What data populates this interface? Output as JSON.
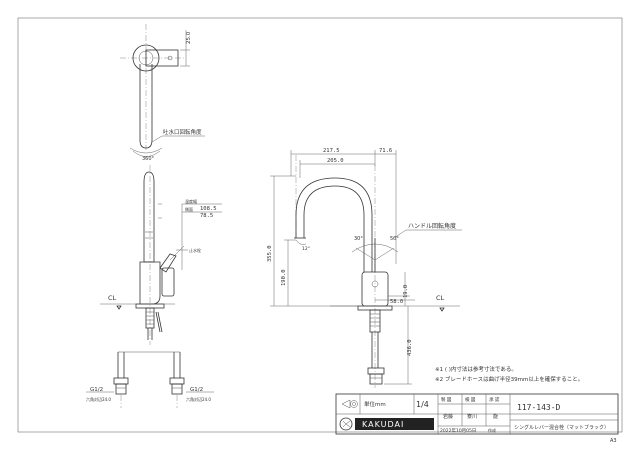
{
  "top_view": {
    "dim_25": "25.0",
    "label_spout_rotation": "吐水口回転角度",
    "angle_360": "360°"
  },
  "side_view": {
    "label_temp_adjust": "温度幅",
    "dim_1085": "108.5",
    "label_handle_hole": "止水栓",
    "dim_785": "78.5",
    "label_side": "側面",
    "cl": "CL",
    "g12_left": "G1/2",
    "g12_left_sub": "六角対辺24.0",
    "g12_right": "G1/2",
    "g12_right_sub": "六角対辺24.0"
  },
  "front_view": {
    "dim_2175": "217.5",
    "dim_716": "71.6",
    "dim_2050": "205.0",
    "label_handle_rotation": "ハンドル回転角度",
    "angle_30": "30°",
    "angle_50": "50°",
    "angle_small": "12°",
    "dim_3550": "355.0",
    "dim_1900": "190.0",
    "dim_190": "19.0",
    "dim_580": "58.0",
    "dim_4360": "436.0",
    "cl": "CL"
  },
  "notes": {
    "note1": "※1  (  )内寸法は参考寸法である。",
    "note2": "※2  ブレードホースは曲げ半径39mm以上を確保すること。"
  },
  "title_block": {
    "unit_label": "単位mm",
    "scale": "1/4",
    "headers": [
      "製",
      "図",
      "検",
      "図",
      "承",
      "認"
    ],
    "h_seizu": "製 図",
    "h_kenzu": "検 図",
    "h_shonin": "承 認",
    "name1": "岩藤",
    "name2": "寮川",
    "name3": "旋",
    "date": "2022年10月05日",
    "date_suffix": "作成",
    "part_number": "117-143-D",
    "product_name": "シングルレバー混合栓（マットブラック）",
    "brand": "KAKUDAI",
    "sheet_size": "A3"
  }
}
